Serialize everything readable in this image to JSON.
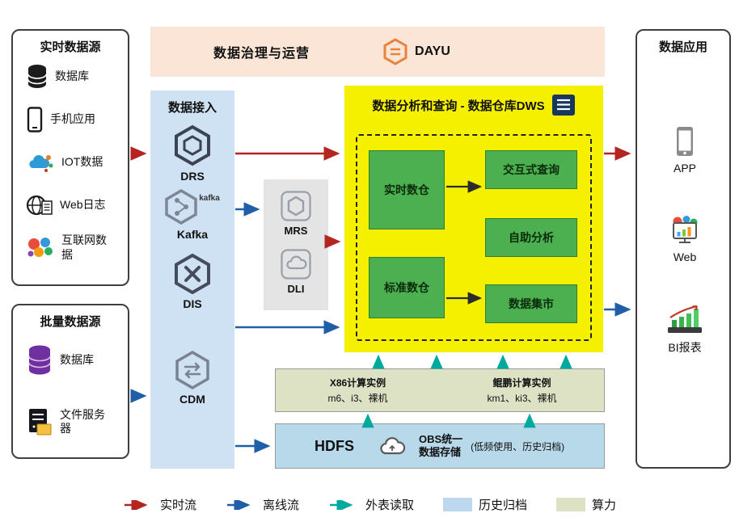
{
  "realtime_sources": {
    "title": "实时数据源",
    "items": [
      {
        "icon": "database-icon",
        "label": "数据库"
      },
      {
        "icon": "mobile-app-icon",
        "label": "手机应用"
      },
      {
        "icon": "iot-icon",
        "label": "IOT数据"
      },
      {
        "icon": "web-log-icon",
        "label": "Web日志"
      },
      {
        "icon": "internet-data-icon",
        "label": "互联网数据"
      }
    ]
  },
  "batch_sources": {
    "title": "批量数据源",
    "items": [
      {
        "icon": "database-stack-icon",
        "label": "数据库"
      },
      {
        "icon": "file-server-icon",
        "label": "文件服务器"
      }
    ]
  },
  "governance": {
    "title": "数据治理与运营",
    "product": "DAYU"
  },
  "ingestion": {
    "title": "数据接入",
    "kafka_logo_text": "kafka",
    "items": [
      {
        "label": "DRS"
      },
      {
        "label": "Kafka"
      },
      {
        "label": "DIS"
      },
      {
        "label": "CDM"
      }
    ]
  },
  "processing": {
    "items": [
      {
        "label": "MRS"
      },
      {
        "label": "DLI"
      }
    ]
  },
  "dws": {
    "title": "数据分析和查询 - 数据仓库DWS",
    "warehouses": [
      {
        "label": "实时数仓"
      },
      {
        "label": "标准数仓"
      }
    ],
    "services": [
      {
        "label": "交互式查询"
      },
      {
        "label": "自助分析"
      },
      {
        "label": "数据集市"
      }
    ]
  },
  "compute": {
    "groups": [
      {
        "title": "X86计算实例",
        "subtitle": "m6、i3、裸机"
      },
      {
        "title": "鲲鹏计算实例",
        "subtitle": "km1、ki3、裸机"
      }
    ]
  },
  "storage": {
    "hdfs": "HDFS",
    "obs_line1": "OBS统一",
    "obs_line2": "数据存储",
    "note": "(低频使用、历史归档)"
  },
  "applications": {
    "title": "数据应用",
    "items": [
      {
        "label": "APP"
      },
      {
        "label": "Web"
      },
      {
        "label": "BI报表"
      }
    ]
  },
  "legend": {
    "realtime": "实时流",
    "offline": "离线流",
    "external": "外表读取",
    "archive": "历史归档",
    "compute": "算力"
  },
  "colors": {
    "realtime_flow": "#b42521",
    "offline_flow": "#1f5fa8",
    "external_read": "#00a99d",
    "archive_swatch": "#bdd7ee",
    "compute_swatch": "#dde2c4",
    "dws_bg": "#f5ef00",
    "service_green": "#4caf50",
    "governance_bg": "#fbe5d6",
    "ingestion_bg": "#cfe2f3",
    "hdfs_bg": "#b7d9ea"
  }
}
